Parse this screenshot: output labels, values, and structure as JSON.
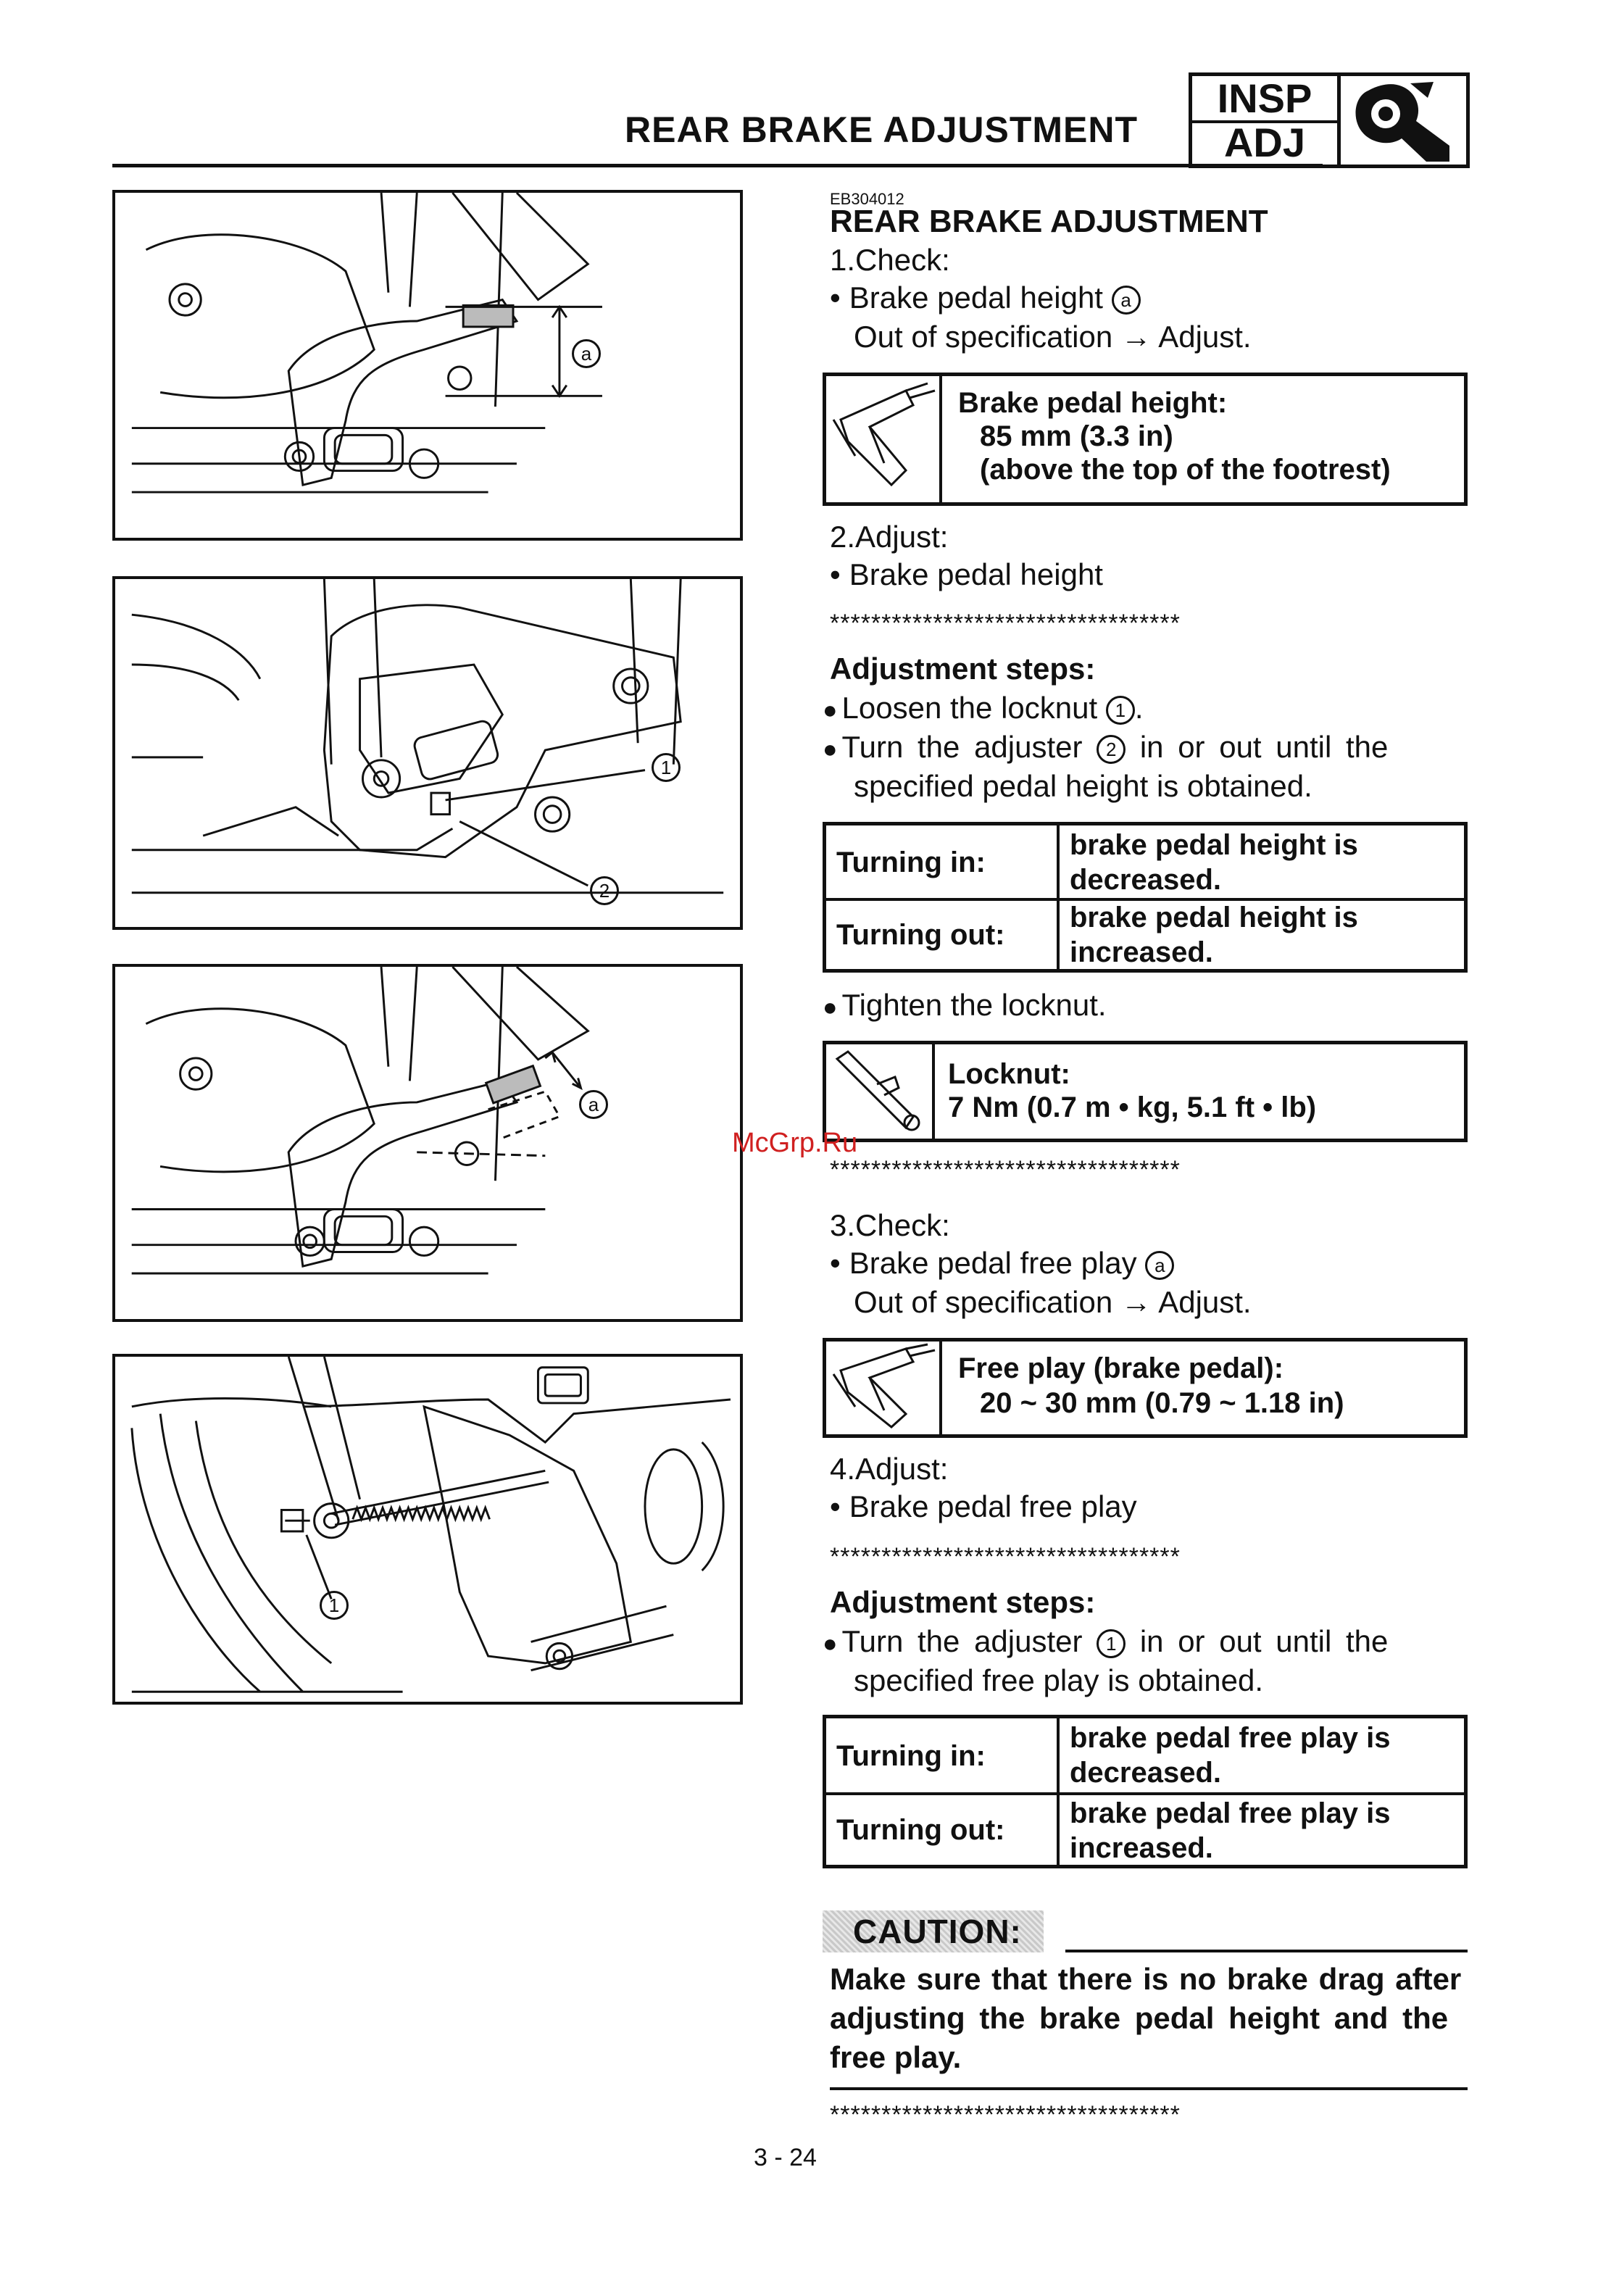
{
  "header": {
    "title": "REAR BRAKE ADJUSTMENT",
    "badge_top": "INSP",
    "badge_bottom": "ADJ"
  },
  "section_code": "EB304012",
  "section_title": "REAR BRAKE ADJUSTMENT",
  "step1": {
    "label": "1.Check:",
    "item": "Brake pedal height",
    "item_marker": "a",
    "note": "Out of specification → Adjust."
  },
  "spec_height": {
    "line1": "Brake pedal height:",
    "line2": "85 mm (3.3 in)",
    "line3": "(above the top of the footrest)"
  },
  "step2": {
    "label": "2.Adjust:",
    "item": "Brake pedal height"
  },
  "stars": "**********************************",
  "adj_steps_1": {
    "title": "Adjustment steps:",
    "bullet1_a": "Loosen the locknut",
    "bullet1_marker": "1",
    "bullet1_b": ".",
    "bullet2_a": "Turn the adjuster",
    "bullet2_marker": "2",
    "bullet2_b": "in or out until the",
    "bullet2_c": "specified pedal height is obtained."
  },
  "table_height": {
    "rows": [
      {
        "label": "Turning in:",
        "value1": "brake pedal height is",
        "value2": "decreased."
      },
      {
        "label": "Turning out:",
        "value1": "brake pedal height is",
        "value2": "increased."
      }
    ]
  },
  "tighten": "Tighten the locknut.",
  "spec_locknut": {
    "line1": "Locknut:",
    "line2": "7 Nm (0.7 m • kg, 5.1 ft • lb)"
  },
  "step3": {
    "label": "3.Check:",
    "item": "Brake pedal free play",
    "item_marker": "a",
    "note": "Out of specification → Adjust."
  },
  "spec_freeplay": {
    "line1": "Free play (brake pedal):",
    "line2": "20 ~ 30 mm (0.79 ~ 1.18 in)"
  },
  "step4": {
    "label": "4.Adjust:",
    "item": "Brake pedal free play"
  },
  "adj_steps_2": {
    "title": "Adjustment steps:",
    "bullet1_a": "Turn the adjuster",
    "bullet1_marker": "1",
    "bullet1_b": "in or out until the",
    "bullet1_c": "specified free play is obtained."
  },
  "table_freeplay": {
    "rows": [
      {
        "label": "Turning in:",
        "value1": "brake pedal free play is",
        "value2": "decreased."
      },
      {
        "label": "Turning out:",
        "value1": "brake pedal free play is",
        "value2": "increased."
      }
    ]
  },
  "caution": {
    "label": "CAUTION:",
    "line1": "Make sure that there is no brake drag after",
    "line2": "adjusting the brake pedal height and the",
    "line3": "free play."
  },
  "figures": {
    "fig1_marker": "a",
    "fig2_marker1": "1",
    "fig2_marker2": "2",
    "fig3_marker": "a",
    "fig4_marker": "1"
  },
  "watermark": "McGrp.Ru",
  "page_number": "3 - 24"
}
